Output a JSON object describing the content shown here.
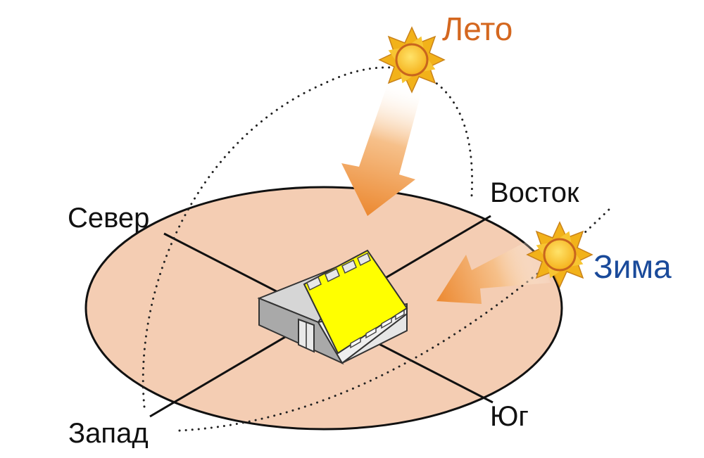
{
  "labels": {
    "north": "Север",
    "east": "Восток",
    "west": "Запад",
    "south": "Юг",
    "summer": "Лето",
    "winter": "Зима"
  },
  "colors": {
    "ground": "#f4cdb3",
    "summer_text": "#d4671f",
    "winter_text": "#1a4a9a",
    "roof_sunlit": "#ffff00",
    "sun_rays": "#f2b21a",
    "sun_core": "#fbd03a",
    "arrow": "#ee8f3a"
  },
  "icons": {
    "summer_sun": "sun-icon",
    "winter_sun": "sun-icon",
    "building": "greenhouse-icon"
  }
}
